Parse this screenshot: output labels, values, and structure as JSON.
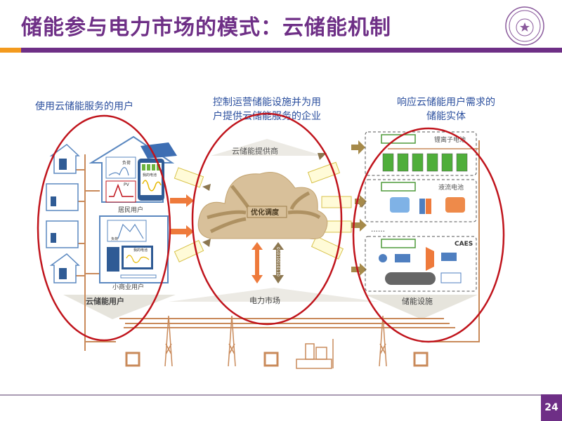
{
  "slide": {
    "title": "储能参与电力市场的模式：云储能机制",
    "page_number": "24",
    "logo_text": "南开大学"
  },
  "captions": {
    "users": "使用云储能服务的用户",
    "provider_line1": "控制运营储能设施并为用",
    "provider_line2": "户提供云储能服务的企业",
    "facilities_line1": "响应云储能用户需求的",
    "facilities_line2": "储能实体"
  },
  "diagram": {
    "load": "负荷",
    "pv": "PV",
    "my_battery": "我的电池",
    "residential_user": "居民用户",
    "small_business_user": "小商业用户",
    "cloud_users": "云储能用户",
    "cloud_provider": "云储能提供商",
    "optimal_dispatch": "优化调度",
    "binary": "01010010110",
    "power_market": "电力市场",
    "li_ion": "锂离子电池",
    "flow_battery": "液流电池",
    "ellipsis": "……",
    "caes": "CAES",
    "storage_facilities": "储能设施"
  },
  "colors": {
    "title": "#6e2f86",
    "accent": "#f39a1e",
    "highlight_ellipse": "#c0141c",
    "grid_lines": "#c98a5a",
    "caption": "#2b4f9e"
  }
}
